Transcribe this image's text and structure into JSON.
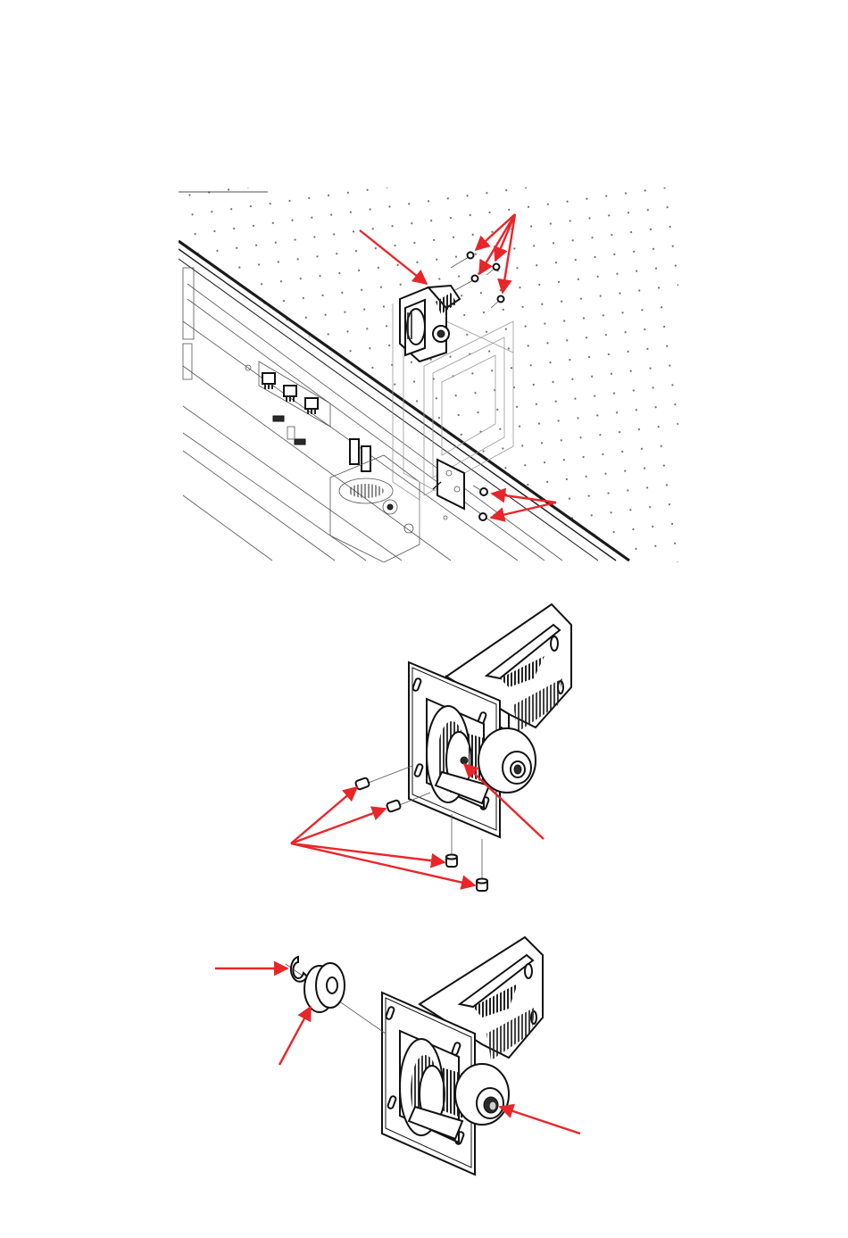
{
  "figures": [
    {
      "id": "overview",
      "view": "assembly-in-frame"
    },
    {
      "id": "pins",
      "view": "bracket-with-dowel-pins"
    },
    {
      "id": "pulley",
      "view": "bracket-with-clip-and-washer"
    }
  ],
  "colors": {
    "arrow": "#e8262a",
    "line": "#1a1a1a",
    "background": "#ffffff"
  },
  "icons": [
    "callout-arrow"
  ]
}
